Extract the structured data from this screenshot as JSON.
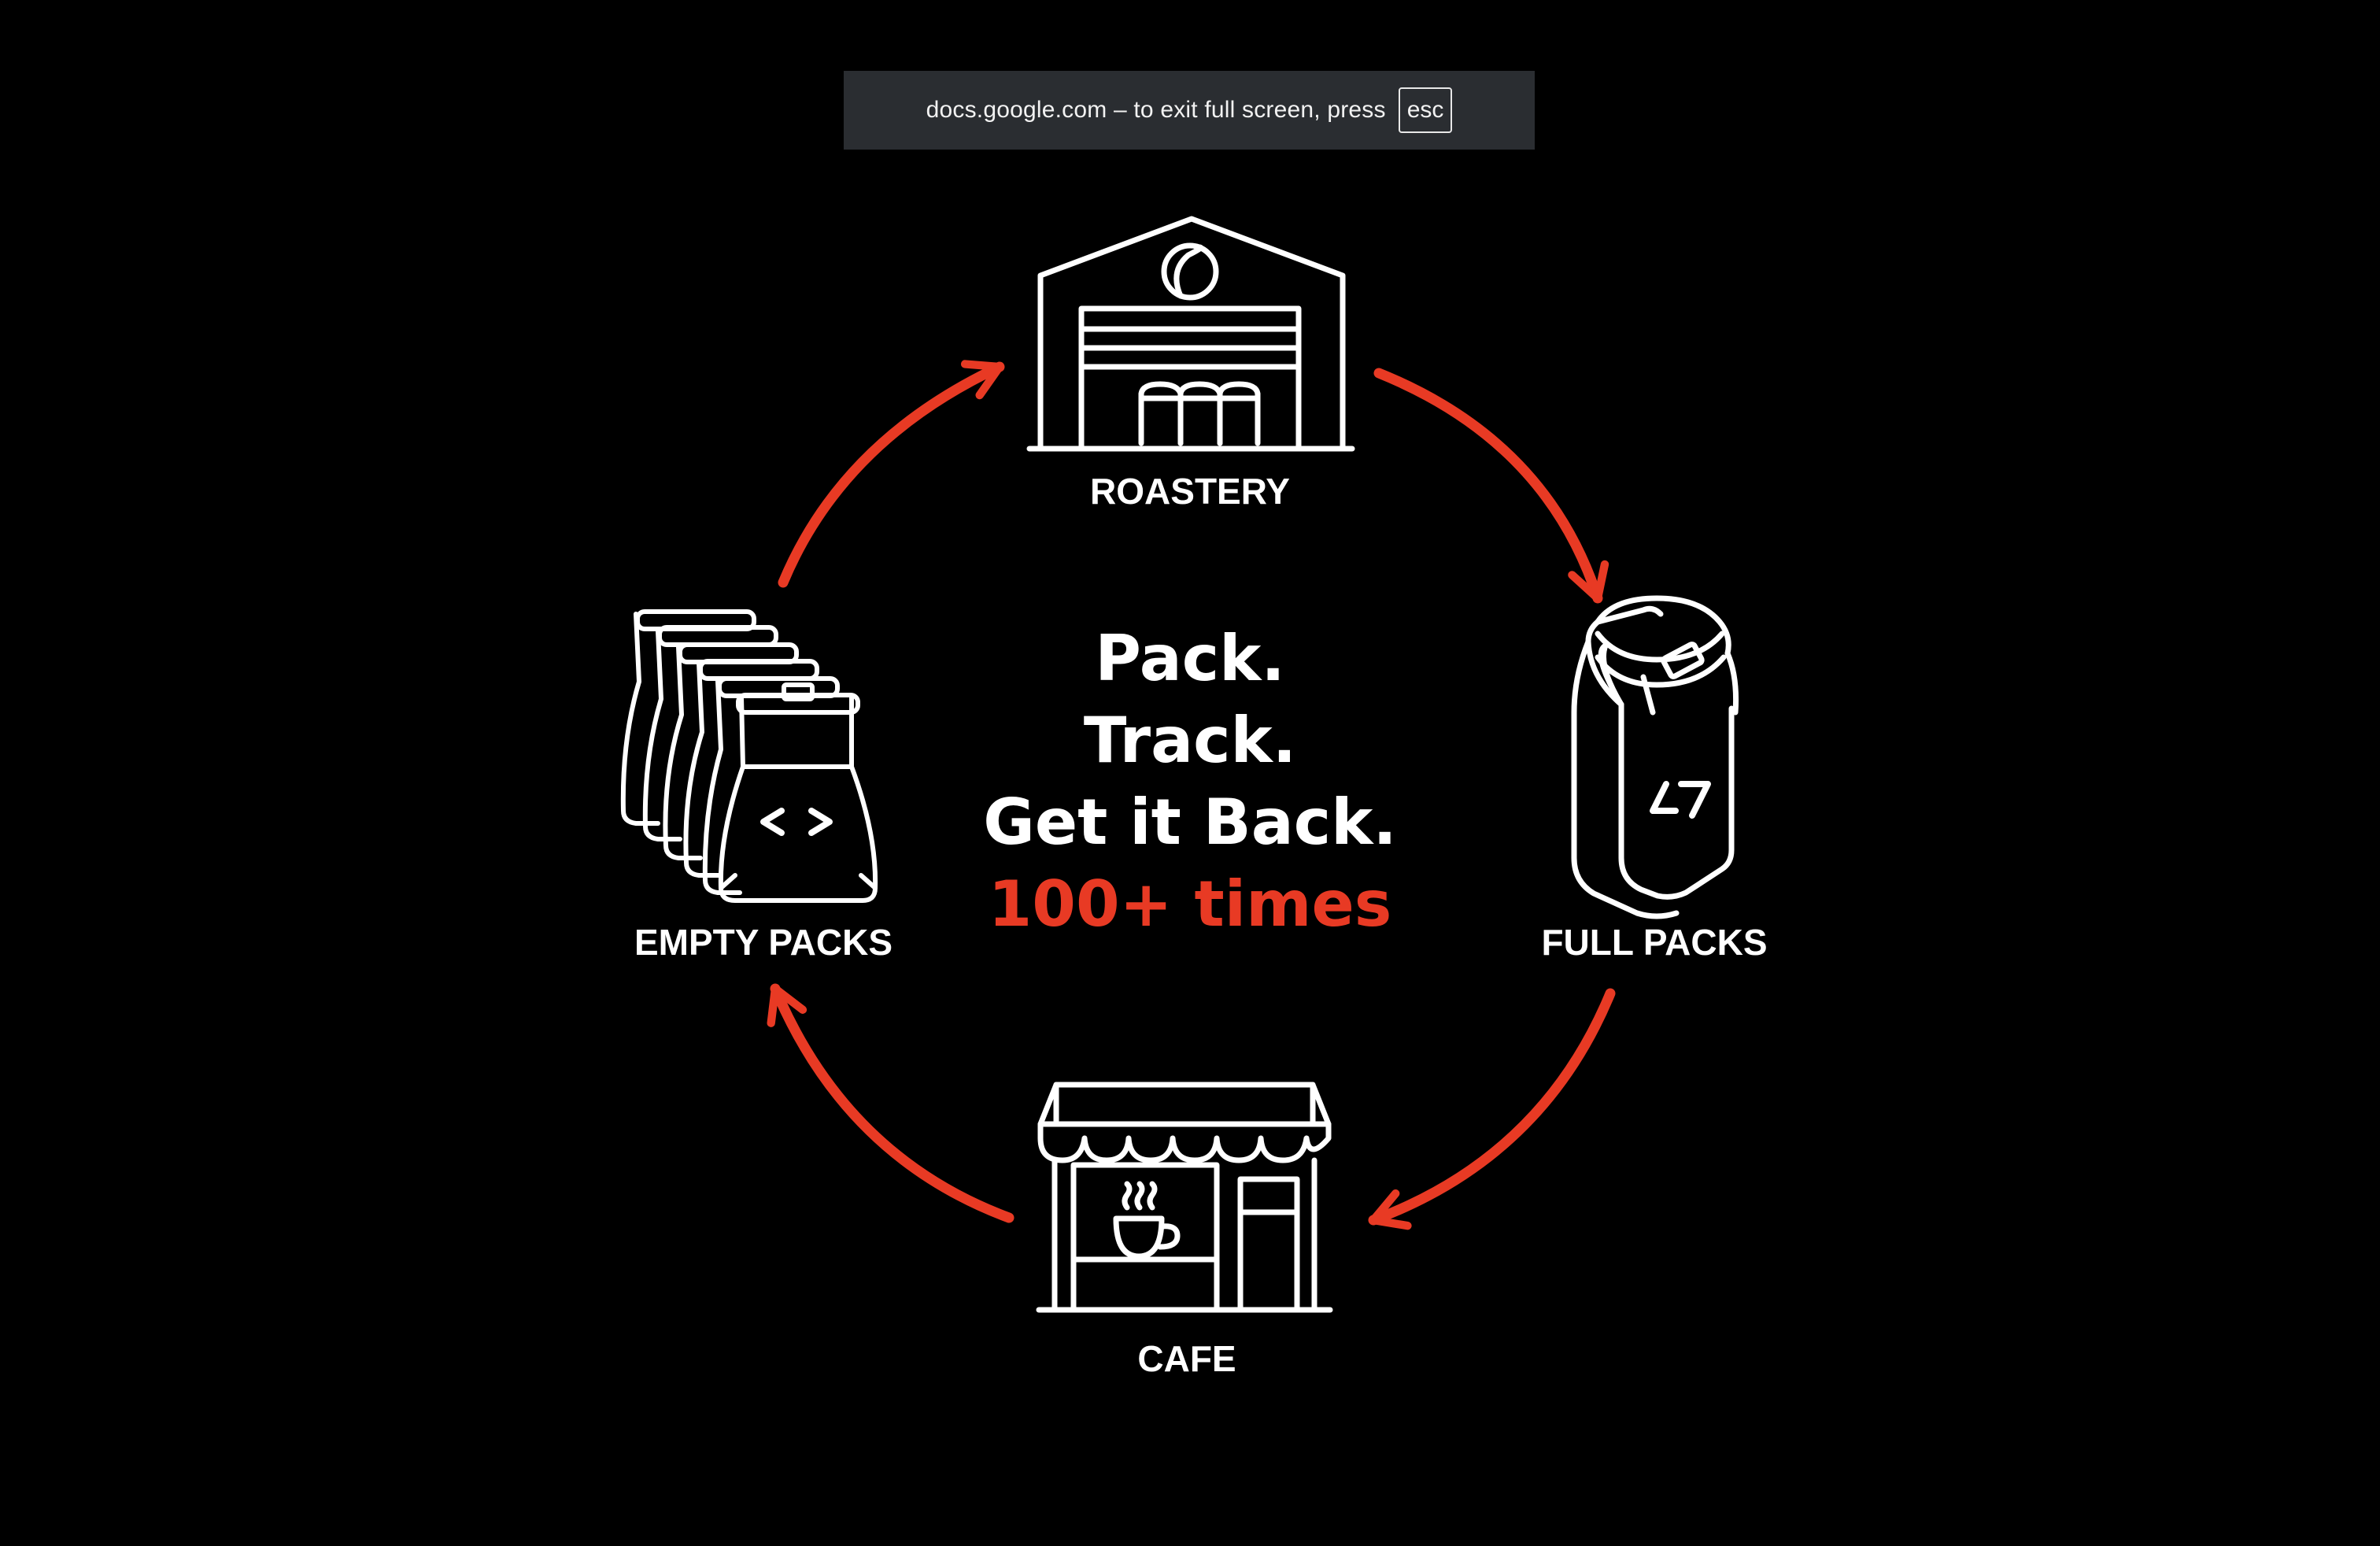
{
  "banner": {
    "message": "docs.google.com – to exit full screen, press",
    "key": "esc"
  },
  "cycle": {
    "roastery": "ROASTERY",
    "full_packs": "FULL PACKS",
    "cafe": "CAFE",
    "empty_packs": "EMPTY PACKS"
  },
  "headline": {
    "line1": "Pack.",
    "line2": "Track.",
    "line3": "Get it Back.",
    "line4": "100+ times"
  },
  "icons": {
    "roastery": "warehouse-icon",
    "full_packs": "full-pack-icon",
    "cafe": "cafe-storefront-icon",
    "empty_packs": "empty-packs-stack-icon",
    "arrows": "cycle-arrow-icon"
  },
  "colors": {
    "background": "#000000",
    "accent": "#e83a24",
    "foreground": "#ffffff",
    "banner": "#2a2d31"
  }
}
